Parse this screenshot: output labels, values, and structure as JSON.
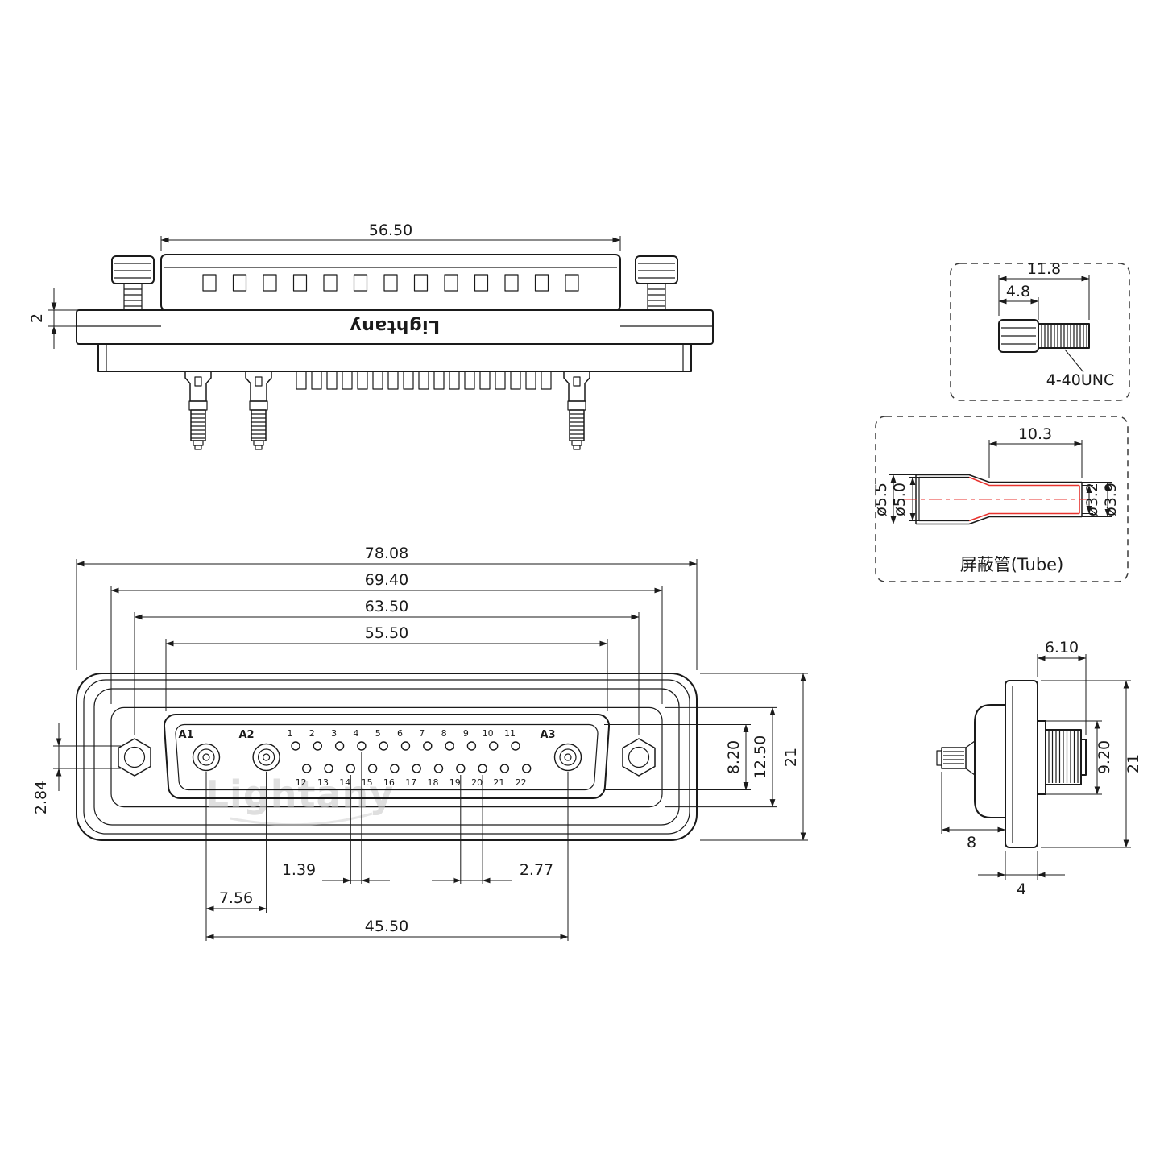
{
  "brand": "Lightany",
  "watermark": "Lightany",
  "top_view": {
    "dim_shell_width": "56.50",
    "dim_plate_thickness": "2"
  },
  "screw_detail": {
    "dim_total_length": "11.8",
    "dim_head_length": "4.8",
    "thread_spec": "4-40UNC"
  },
  "tube_detail": {
    "dim_length": "10.3",
    "dim_id_small": "ø3.2",
    "dim_od_small": "ø3.9",
    "dim_od_large": "ø5.5",
    "dim_id_large": "ø5.0",
    "caption": "屏蔽管(Tube)"
  },
  "front_view": {
    "dim_total_width": "78.08",
    "dim_flange_width": "69.40",
    "dim_mount_spacing": "63.50",
    "dim_shell_width": "55.50",
    "dim_row_offset": "2.84",
    "dim_insert_height": "8.20",
    "dim_shell_height": "12.50",
    "dim_total_height": "21",
    "dim_half_pitch": "1.39",
    "dim_pitch": "2.77",
    "dim_a1_a2": "7.56",
    "dim_a1_a3": "45.50",
    "coax_labels": [
      "A1",
      "A2",
      "A3"
    ],
    "top_row_labels": [
      "1",
      "2",
      "3",
      "4",
      "5",
      "6",
      "7",
      "8",
      "9",
      "10",
      "11"
    ],
    "bottom_row_labels": [
      "12",
      "13",
      "14",
      "15",
      "16",
      "17",
      "18",
      "19",
      "20",
      "21",
      "22"
    ]
  },
  "side_view": {
    "dim_front_depth": "6.10",
    "dim_shell_height": "9.20",
    "dim_total_height": "21",
    "dim_rear_depth": "8",
    "dim_flange_thickness": "4"
  }
}
